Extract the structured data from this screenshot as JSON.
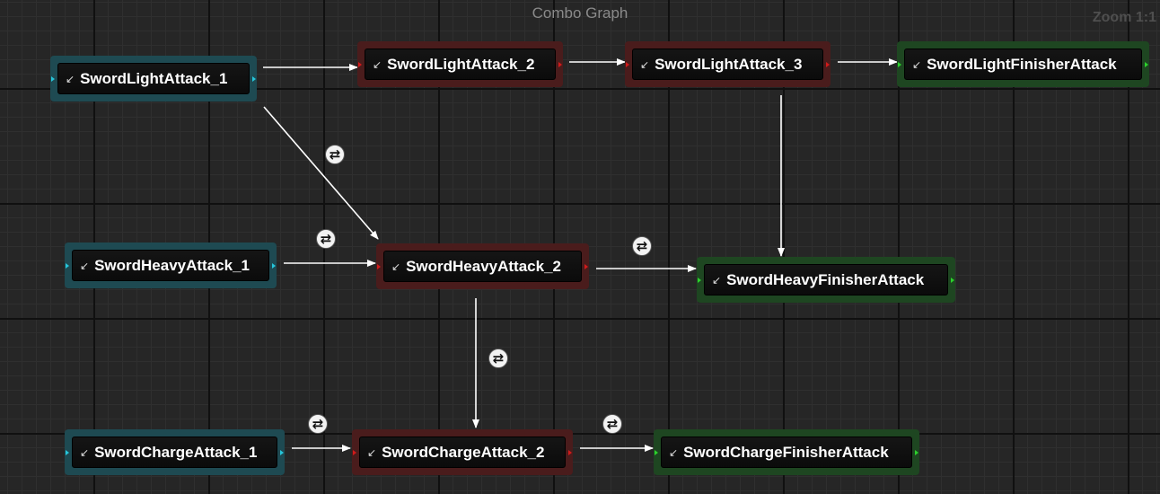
{
  "graph": {
    "title": "Combo Graph",
    "zoom": "Zoom 1:1"
  },
  "colors": {
    "entry_node": "#1e4a52",
    "combo_node": "#4a1c1c",
    "finisher_node": "#1e4621",
    "edge": "#ffffff",
    "entry_pin": "#26c6da",
    "combo_pin": "#d11a1a",
    "finisher_pin": "#2cd12c"
  },
  "node_icon": "↙",
  "transition_icon": "⇄",
  "nodes": {
    "light_1": "SwordLightAttack_1",
    "light_2": "SwordLightAttack_2",
    "light_3": "SwordLightAttack_3",
    "light_finisher": "SwordLightFinisherAttack",
    "heavy_1": "SwordHeavyAttack_1",
    "heavy_2": "SwordHeavyAttack_2",
    "heavy_finisher": "SwordHeavyFinisherAttack",
    "charge_1": "SwordChargeAttack_1",
    "charge_2": "SwordChargeAttack_2",
    "charge_finisher": "SwordChargeFinisherAttack"
  }
}
